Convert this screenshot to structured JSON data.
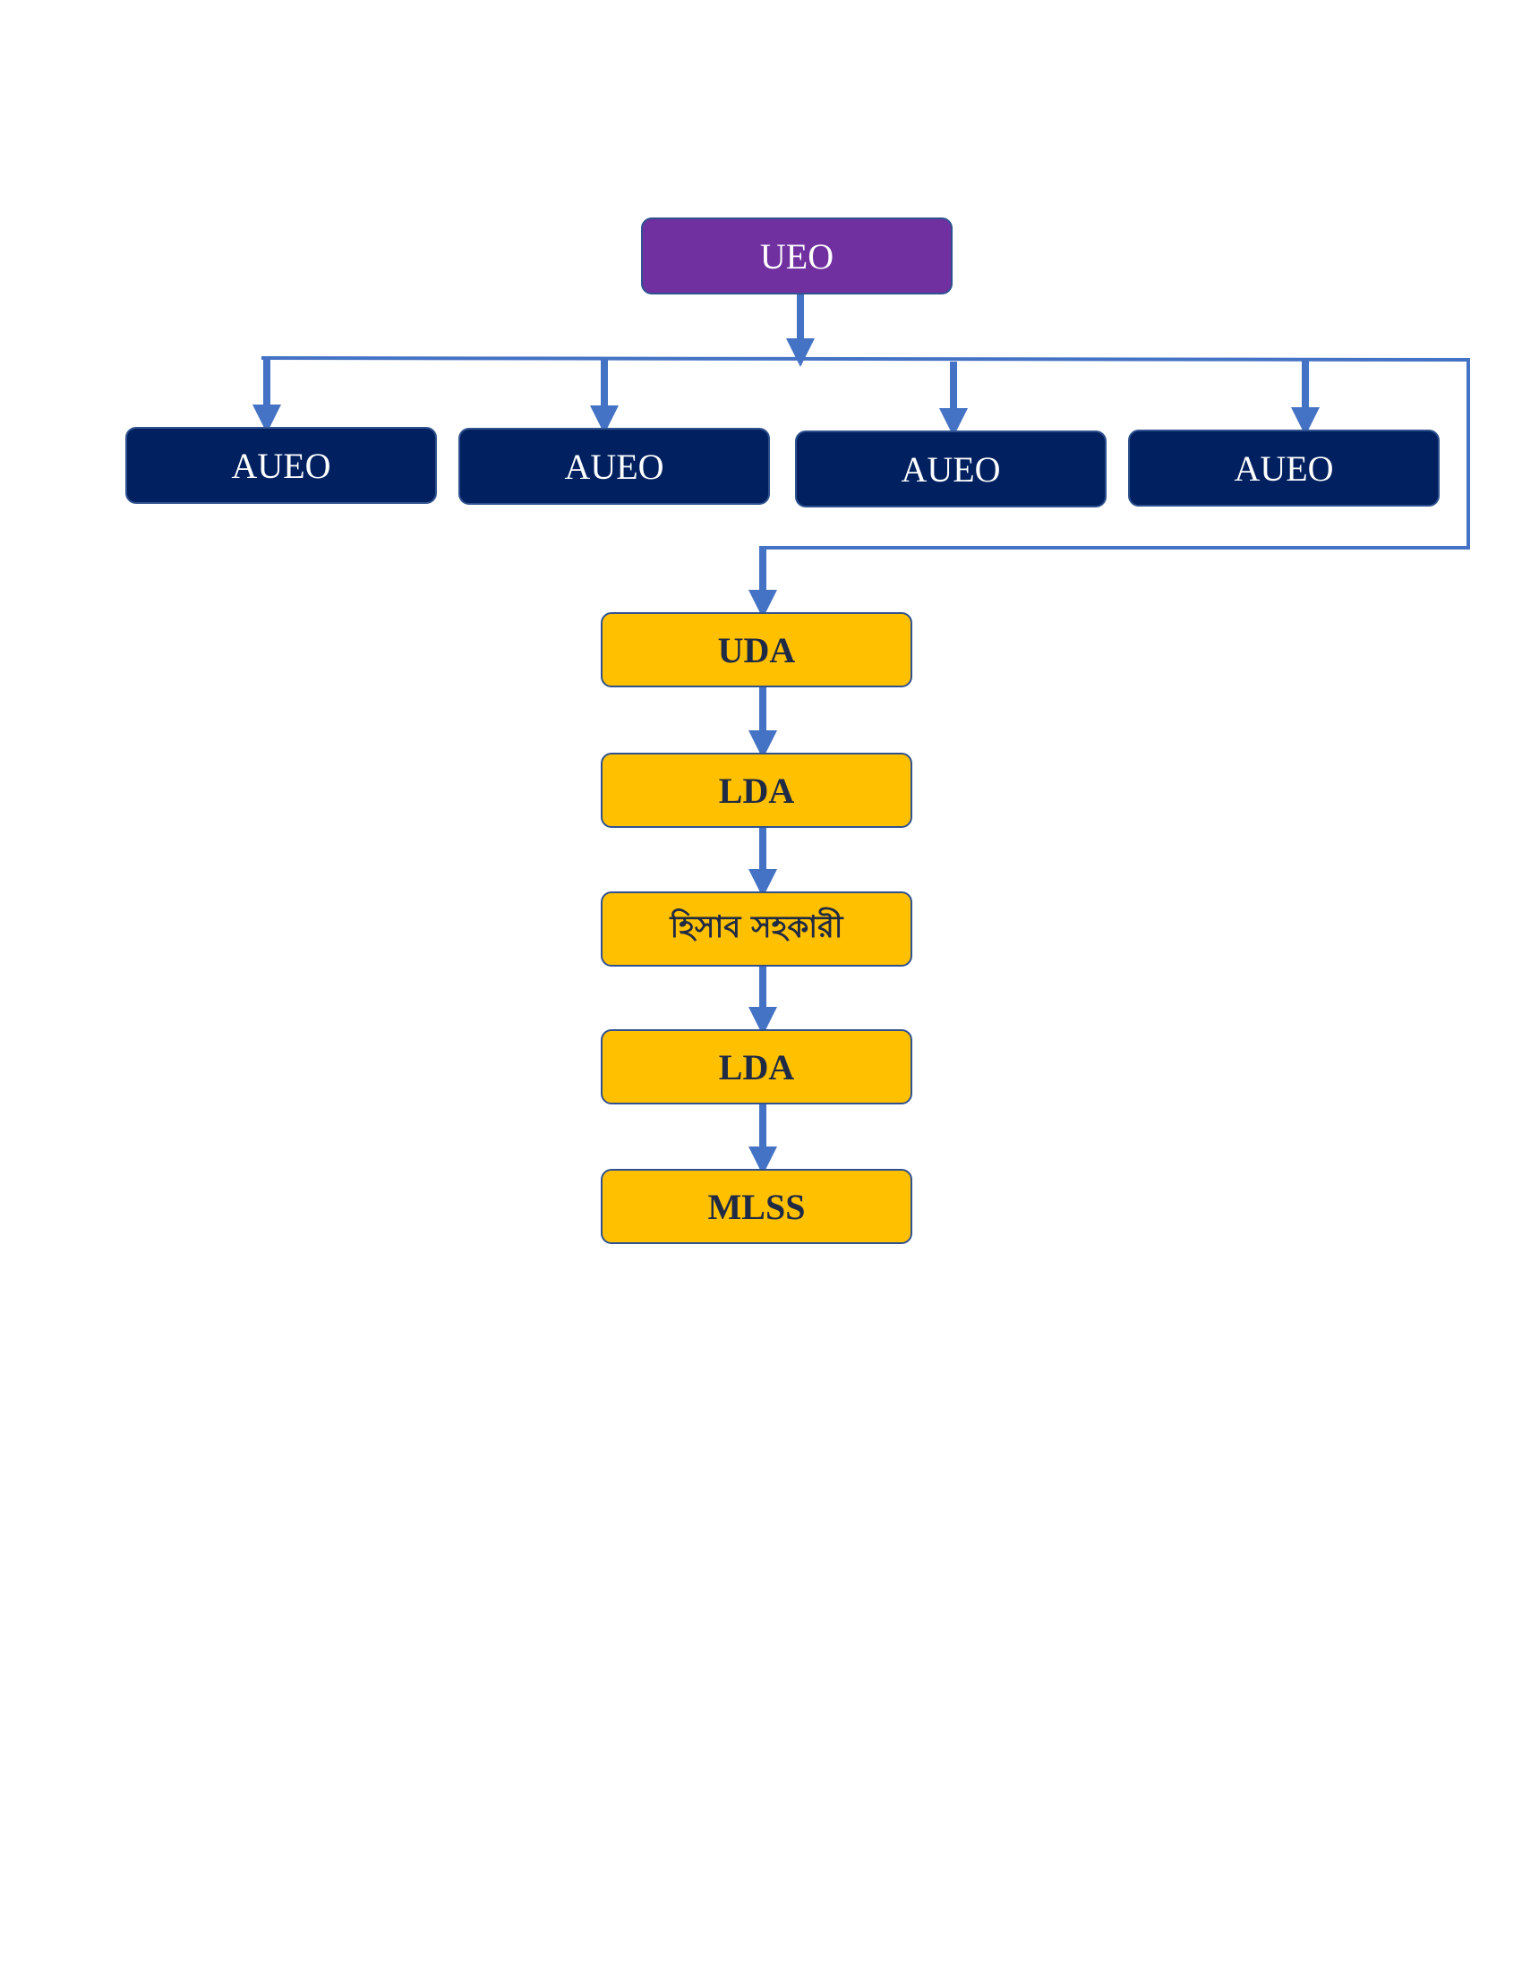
{
  "diagram": {
    "top": {
      "label": "UEO",
      "color": "#7030a0"
    },
    "level2": [
      {
        "label": "AUEO"
      },
      {
        "label": "AUEO"
      },
      {
        "label": "AUEO"
      },
      {
        "label": "AUEO"
      }
    ],
    "level2_color": "#002060",
    "chain": [
      {
        "label": "UDA"
      },
      {
        "label": "LDA"
      },
      {
        "label": "হিসাব সহকারী"
      },
      {
        "label": "LDA"
      },
      {
        "label": "MLSS"
      }
    ],
    "chain_color": "#ffc000",
    "connector_color": "#4472c4"
  }
}
